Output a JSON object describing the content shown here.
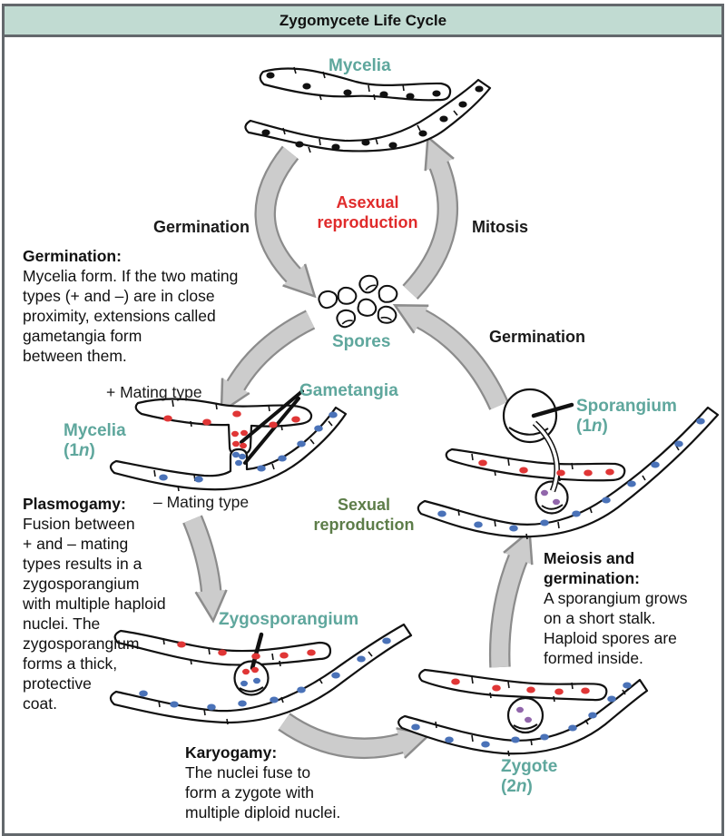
{
  "title": "Zygomycete Life Cycle",
  "colors": {
    "title_bg": "#c1dbd2",
    "frame_border": "#63686c",
    "teal_label": "#5fa79d",
    "red_label": "#e02b2b",
    "green_label": "#5d7d49",
    "arrow_fill": "#cccccc",
    "arrow_outline": "#8c8c8c",
    "red_nucleus": "#e03636",
    "blue_nucleus": "#4a72b8",
    "purple_nucleus": "#9166ab",
    "black_nucleus": "#111111"
  },
  "labels": {
    "mycelia_top": "Mycelia",
    "germination_left": "Germination",
    "asexual": "Asexual\nreproduction",
    "mitosis": "Mitosis",
    "spores": "Spores",
    "germination_right": "Germination",
    "plus_mating": "+ Mating type",
    "gametangia": "Gametangia",
    "minus_mating": "– Mating type",
    "sexual": "Sexual\nreproduction",
    "zygosporangium": "Zygosporangium",
    "mycelia_1n": {
      "name": "Mycelia",
      "open": "(1",
      "n": "n",
      "close": ")"
    },
    "sporangium": {
      "name": "Sporangium",
      "open": "(1",
      "n": "n",
      "close": ")"
    },
    "zygote": {
      "name": "Zygote",
      "open": "(2",
      "n": "n",
      "close": ")"
    }
  },
  "text_blocks": {
    "germination": {
      "heading": "Germination:",
      "body": "Mycelia form. If the two mating\ntypes (+ and –) are in close\nproximity, extensions called\ngametangia form\nbetween them."
    },
    "plasmogamy": {
      "heading": "Plasmogamy:",
      "body": "Fusion between\n+ and – mating\ntypes results in a\nzygosporangium\nwith multiple haploid\nnuclei. The\nzygosporangium\nforms a thick,\nprotective\ncoat."
    },
    "karyogamy": {
      "heading": "Karyogamy:",
      "body": "The nuclei fuse to\nform a zygote with\nmultiple diploid nuclei."
    },
    "meiosis": {
      "heading": "Meiosis and\ngermination:",
      "body": "A sporangium grows\non a short stalk.\nHaploid spores are\nformed inside."
    }
  }
}
